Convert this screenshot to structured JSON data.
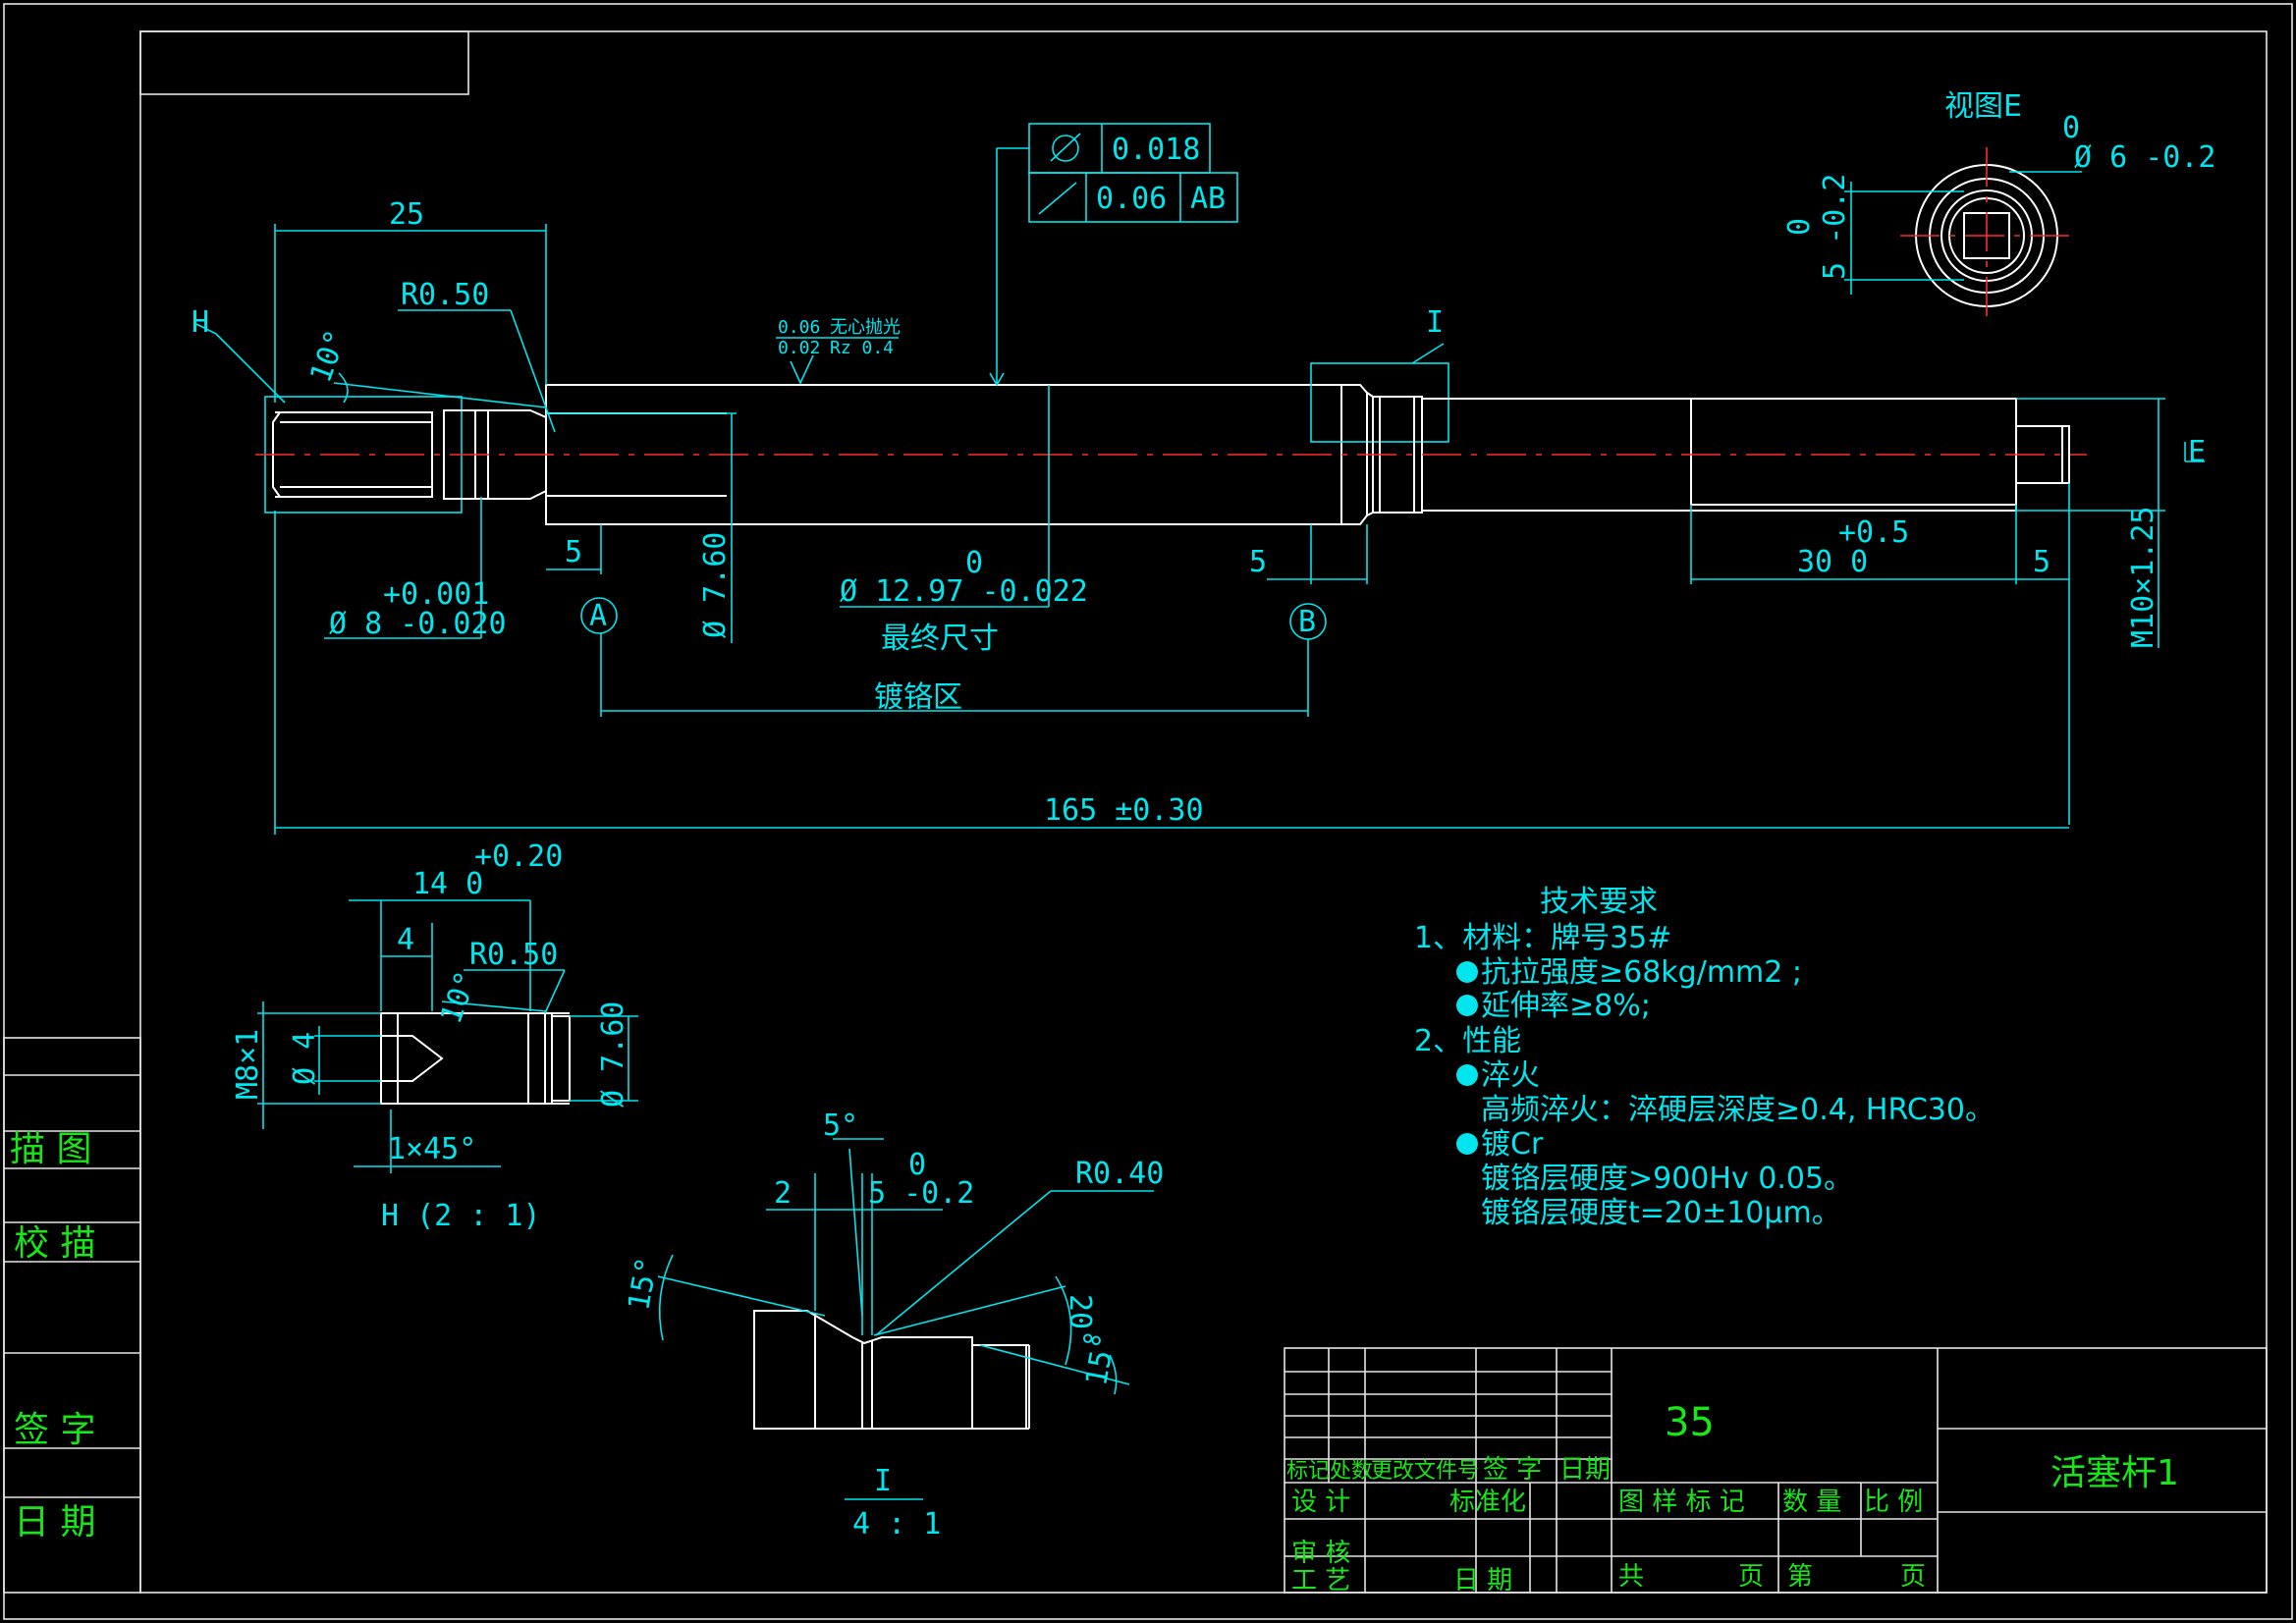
{
  "colors": {
    "background": "#000000",
    "part": "#ffffff",
    "dimension": "#00e5ee",
    "centerline": "#ff2a2a",
    "title_text": "#19e619"
  },
  "gdt": {
    "roundness_value": "0.018",
    "runout_value": "0.06",
    "runout_datum": "AB",
    "roundness_icon": "roundness-symbol",
    "runout_icon": "runout-arrow-symbol"
  },
  "surface": {
    "line1": "0.06",
    "line2": "0.02",
    "note": "无心抛光",
    "rz": "Rz 0.4"
  },
  "labels": {
    "view_h": "H",
    "view_i": "I",
    "view_e": "视图E",
    "e_mark": "E",
    "datum_a": "A",
    "datum_b": "B",
    "final_size": "最终尺寸",
    "chrome_zone": "镀铬区",
    "detail_h_title": "H (2 : 1)",
    "detail_i_title": "I",
    "detail_i_scale": "4 : 1"
  },
  "dims": {
    "d25": "25",
    "r050": "R0.50",
    "a10": "10°",
    "d8_up": "+0.001",
    "d8": "Ø 8 -0.020",
    "d5_left": "5",
    "d760": "Ø 7.60",
    "d1297_up": "0",
    "d1297": "Ø 12.97  -0.022",
    "d5_mid": "5",
    "d30_up": "+0.5",
    "d30": "30  0",
    "d5_right": "5",
    "m10": "M10×1.25",
    "total": "165  ±0.30",
    "e_up": "0",
    "e_d6": "Ø 6 -0.2",
    "e_v1": "0",
    "e_v2": "5 -0.2",
    "h_14_up": "+0.20",
    "h_14": "14  0",
    "h_4": "4",
    "h_r050": "R0.50",
    "h_a10": "10°",
    "h_m8": "M8×1",
    "h_d4": "Ø 4",
    "h_d760": "Ø 7.60",
    "h_chamfer": "1×45°",
    "i_a5": "5°",
    "i_2": "2",
    "i_5_up": "0",
    "i_5": "5 -0.2",
    "i_r040": "R0.40",
    "i_a15l": "15°",
    "i_a20": "20°",
    "i_a15r": "15°"
  },
  "tech": {
    "title": "技术要求",
    "l1": "1、材料：牌号35#",
    "l2": "抗拉强度≥68kg/mm2 ;",
    "l3": "延伸率≥8%;",
    "l4": "2、性能",
    "l5": "淬火",
    "l6": "高频淬火：淬硬层深度≥0.4, HRC30。",
    "l7": "镀Cr",
    "l8": "镀铬层硬度>900Hv 0.05。",
    "l9": "镀铬层硬度t=20±10μm。"
  },
  "side": {
    "c1": "描  图",
    "c2": "校  描",
    "c3": "签  字",
    "c4": "日  期"
  },
  "title_block": {
    "material": "35",
    "part_name": "活塞杆1",
    "h_mark": "标记",
    "h_count": "处数",
    "h_doc": "更改文件号",
    "h_sign": "签  字",
    "h_date": "日期",
    "design": "设  计",
    "standard": "标准化",
    "review": "审  核",
    "process": "工  艺",
    "date": "日  期",
    "stage": "图 样 标 记",
    "qty": "数 量",
    "scale": "比 例",
    "total_pages": "共",
    "page_unit1": "页",
    "page_no": "第",
    "page_unit2": "页"
  }
}
